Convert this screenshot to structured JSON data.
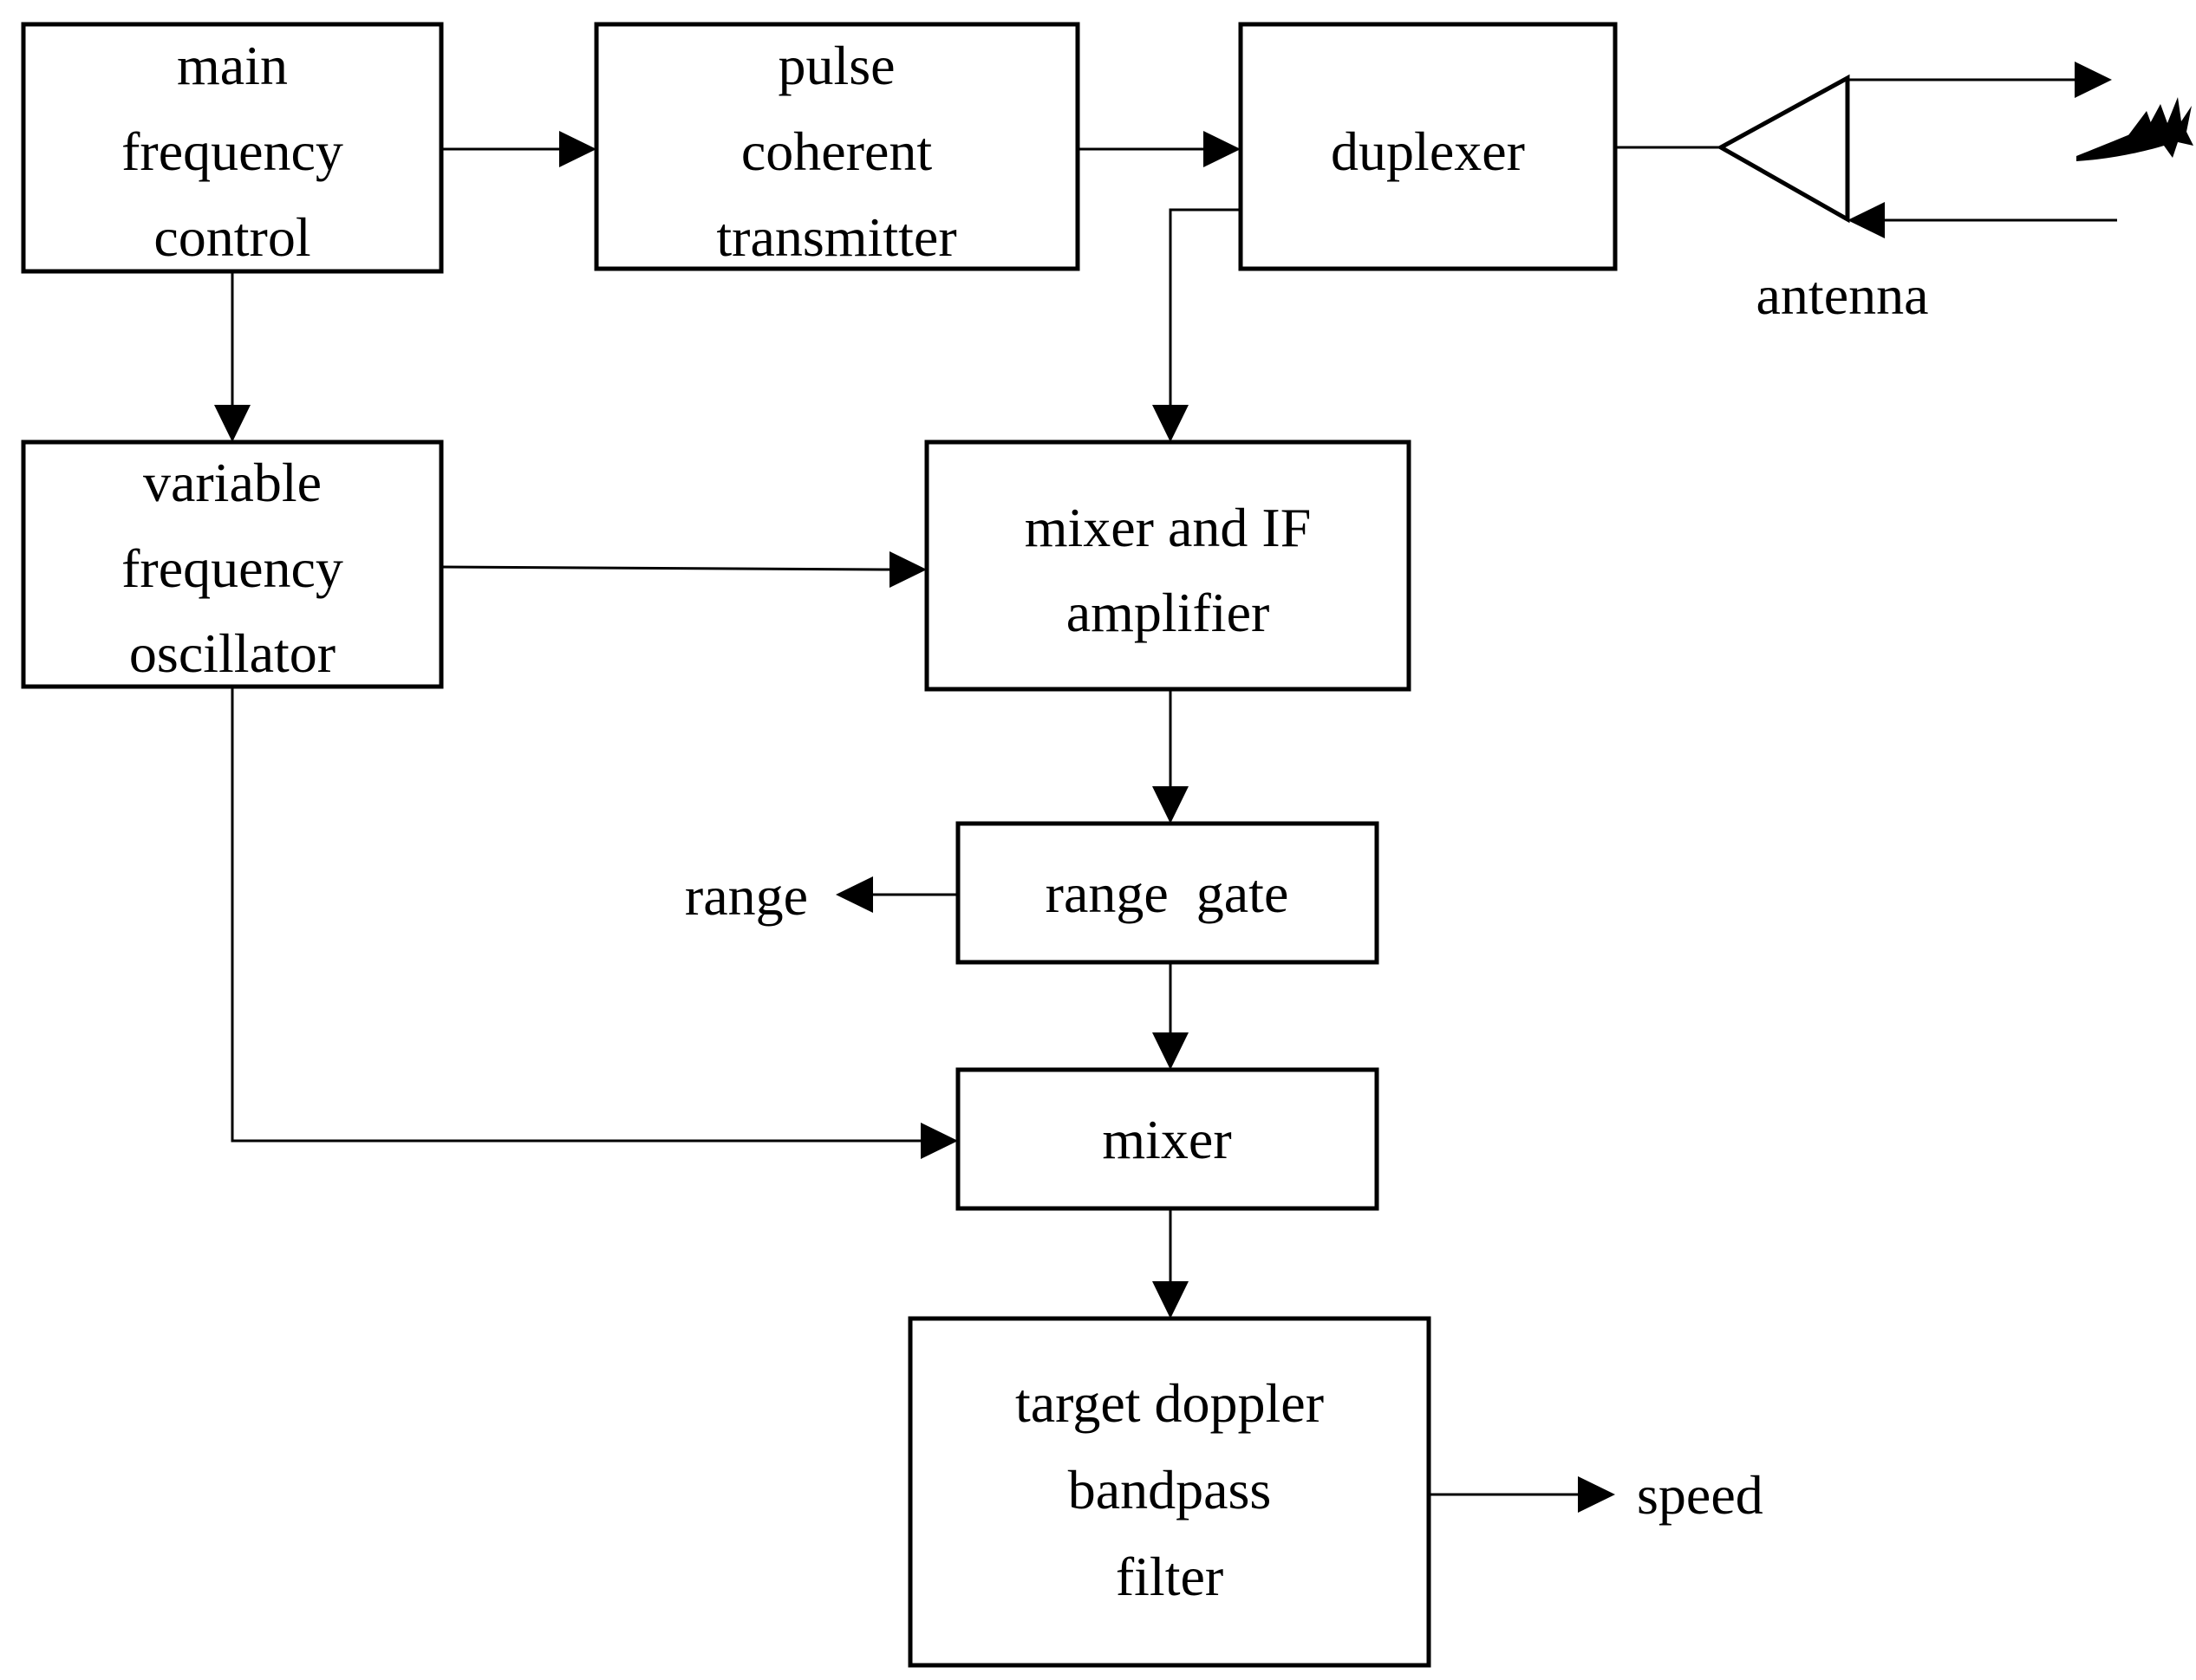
{
  "blocks": {
    "main_frequency_control": [
      "main",
      "frequency",
      "control"
    ],
    "pulse_coherent_transmitter": [
      "pulse",
      "coherent",
      "transmitter"
    ],
    "duplexer": [
      "duplexer"
    ],
    "variable_frequency_oscillator": [
      "variable",
      "frequency",
      "oscillator"
    ],
    "mixer_and_if_amplifier": [
      "mixer and IF",
      "amplifier"
    ],
    "range_gate": [
      "range  gate"
    ],
    "mixer": [
      "mixer"
    ],
    "target_doppler_bandpass_filter": [
      "target doppler",
      "bandpass",
      "filter"
    ]
  },
  "labels": {
    "antenna": "antenna",
    "range_output": "range",
    "speed_output": "speed"
  },
  "icons": {
    "antenna": "antenna-icon",
    "target": "aircraft-target-icon"
  },
  "colors": {
    "stroke": "#000000",
    "background": "#ffffff"
  }
}
